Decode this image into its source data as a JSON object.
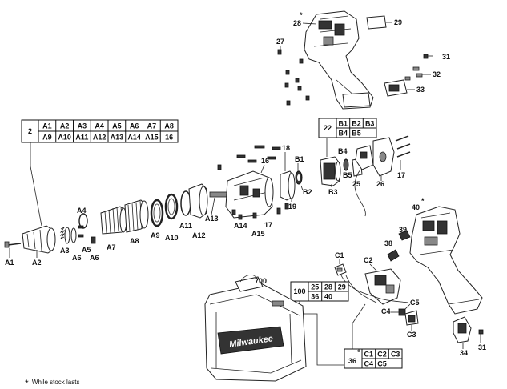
{
  "footnote": {
    "star": "*",
    "text": "While stock lasts"
  },
  "table_2": {
    "key": "2",
    "row1": [
      "A1",
      "A2",
      "A3",
      "A4",
      "A5",
      "A6",
      "A7",
      "A8"
    ],
    "row2": [
      "A9",
      "A10",
      "A11",
      "A12",
      "A13",
      "A14",
      "A15",
      "16"
    ]
  },
  "table_22": {
    "key": "22",
    "row1": [
      "B1",
      "B2",
      "B3"
    ],
    "row2": [
      "B4",
      "B5"
    ]
  },
  "table_100": {
    "key": "100",
    "row1": [
      "25",
      "28",
      "29"
    ],
    "row2": [
      "36",
      "40"
    ]
  },
  "table_36": {
    "key": "36",
    "star": "*",
    "row1": [
      "C1",
      "C2",
      "C3"
    ],
    "row2": [
      "C4",
      "C5"
    ]
  },
  "labels": {
    "p28": "28",
    "p28_star": "*",
    "p29": "29",
    "p27": "27",
    "p31a": "31",
    "p32": "32",
    "p33": "33",
    "p18": "18",
    "p16": "16",
    "pB1": "B1",
    "pB2": "B2",
    "p19": "19",
    "pA13": "A13",
    "pA14": "A14",
    "pA15": "A15",
    "p17a": "17",
    "pA12": "A12",
    "pA11": "A11",
    "pA10": "A10",
    "pA9": "A9",
    "pA8": "A8",
    "pA7": "A7",
    "pA6a": "A6",
    "pA6b": "A6",
    "pA5": "A5",
    "pA4": "A4",
    "pA3": "A3",
    "pA2": "A2",
    "pA1": "A1",
    "pB4": "B4",
    "pB5": "B5",
    "pB3": "B3",
    "p25": "25",
    "p26": "26",
    "p17b": "17",
    "p40": "40",
    "p40_star": "*",
    "p39": "39",
    "p38": "38",
    "pC1": "C1",
    "pC2": "C2",
    "p700": "700",
    "pC5": "C5",
    "pC4": "C4",
    "pC3": "C3",
    "p34": "34",
    "p31b": "31"
  },
  "case_brand": "Milwaukee"
}
